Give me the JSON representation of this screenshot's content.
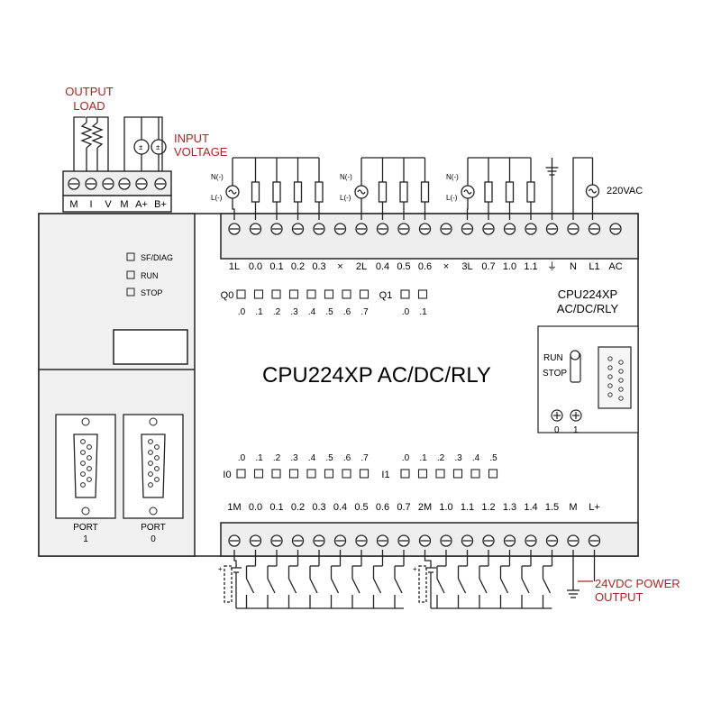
{
  "colors": {
    "annotation": "#b22222",
    "line": "#222222",
    "panel": "#eeeeee"
  },
  "annotations": {
    "output_load": [
      "OUTPUT",
      "LOAD"
    ],
    "input_voltage": [
      "INPUT",
      "VOLTAGE"
    ],
    "power_out": [
      "24VDC POWER",
      "OUTPUT"
    ],
    "ac_supply": "220VAC"
  },
  "analog_terminal_labels": [
    "M",
    "I",
    "V",
    "M",
    "A+",
    "B+"
  ],
  "polarity_labels": {
    "n": "N(-)",
    "l": "L(-)"
  },
  "top_terminal_labels": [
    "1L",
    "0.0",
    "0.1",
    "0.2",
    "0.3",
    "×",
    "2L",
    "0.4",
    "0.5",
    "0.6",
    "×",
    "3L",
    "0.7",
    "1.0",
    "1.1",
    "⏚",
    "N",
    "L1",
    "AC"
  ],
  "status_leds": [
    "SF/DIAG",
    "RUN",
    "STOP"
  ],
  "output_groups": [
    {
      "name": "Q0",
      "bits": [
        ".0",
        ".1",
        ".2",
        ".3",
        ".4",
        ".5",
        ".6",
        ".7"
      ]
    },
    {
      "name": "Q1",
      "bits": [
        ".0",
        ".1"
      ]
    }
  ],
  "input_groups": [
    {
      "name": "I0",
      "bits": [
        ".0",
        ".1",
        ".2",
        ".3",
        ".4",
        ".5",
        ".6",
        ".7"
      ]
    },
    {
      "name": "I1",
      "bits": [
        ".0",
        ".1",
        ".2",
        ".3",
        ".4",
        ".5"
      ]
    }
  ],
  "model_label": {
    "line1": "CPU224XP",
    "line2": "AC/DC/RLY"
  },
  "main_title": "CPU224XP  AC/DC/RLY",
  "mode_switch": {
    "run": "RUN",
    "stop": "STOP",
    "pot0": "0",
    "pot1": "1"
  },
  "ports": [
    {
      "title": "PORT",
      "number": "1"
    },
    {
      "title": "PORT",
      "number": "0"
    }
  ],
  "bottom_terminal_labels": [
    "1M",
    "0.0",
    "0.1",
    "0.2",
    "0.3",
    "0.4",
    "0.5",
    "0.6",
    "0.7",
    "2M",
    "1.0",
    "1.1",
    "1.2",
    "1.3",
    "1.4",
    "1.5",
    "M",
    "L+"
  ]
}
